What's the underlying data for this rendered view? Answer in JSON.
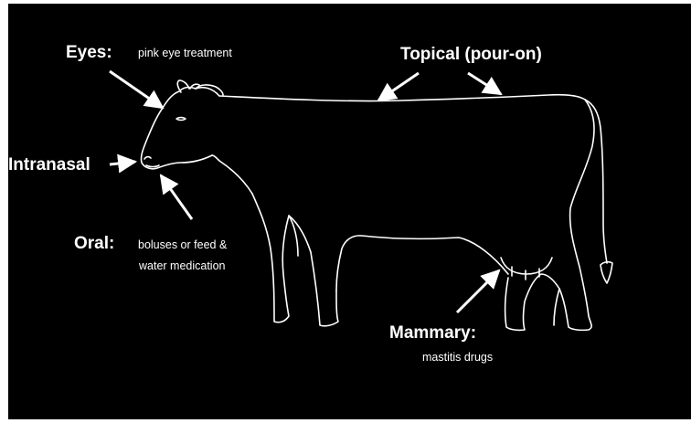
{
  "colors": {
    "background": "#000000",
    "border": "#ffffff",
    "line": "#ffffff",
    "text": "#ffffff"
  },
  "labels": {
    "eyes": {
      "heading": "Eyes:",
      "detail": "pink eye treatment"
    },
    "topical": {
      "heading": "Topical (pour-on)"
    },
    "intranasal": {
      "heading": "Intranasal"
    },
    "oral": {
      "heading": "Oral:",
      "detail_line1": "boluses or feed &",
      "detail_line2": "water medication"
    },
    "mammary": {
      "heading": "Mammary:",
      "detail": "mastitis drugs"
    }
  }
}
